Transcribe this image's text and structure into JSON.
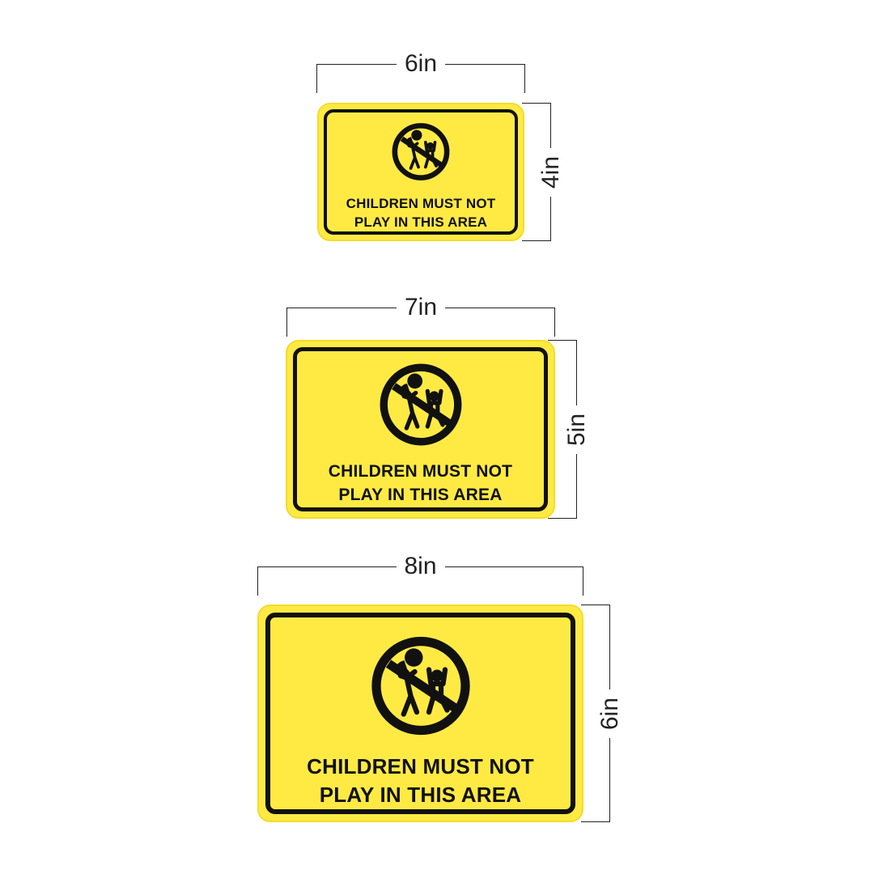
{
  "signs": [
    {
      "width_label": "6in",
      "height_label": "4in",
      "line1": "CHILDREN MUST NOT",
      "line2": "PLAY IN THIS AREA"
    },
    {
      "width_label": "7in",
      "height_label": "5in",
      "line1": "CHILDREN MUST NOT",
      "line2": "PLAY IN THIS AREA"
    },
    {
      "width_label": "8in",
      "height_label": "6in",
      "line1": "CHILDREN MUST NOT",
      "line2": "PLAY IN THIS AREA"
    }
  ],
  "colors": {
    "sign_background": "#ffea44",
    "sign_border": "#111111"
  },
  "icon": "no-children-playing-icon"
}
